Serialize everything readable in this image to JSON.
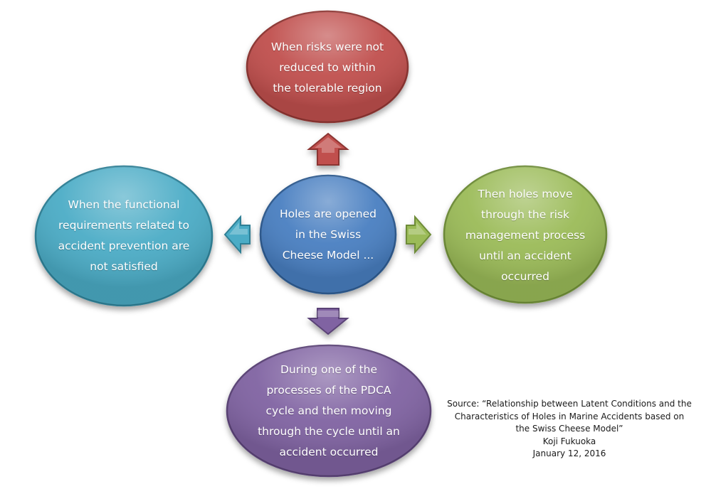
{
  "nodes": {
    "center": {
      "lines": [
        "Holes are opened",
        "in the Swiss",
        "Cheese Model ..."
      ],
      "color": "#4a7fc1"
    },
    "top": {
      "lines": [
        "When risks were not",
        "reduced to within",
        "the tolerable region"
      ],
      "color": "#c0504d"
    },
    "left": {
      "lines": [
        "When the functional",
        "requirements related to",
        "accident prevention are",
        "not satisfied"
      ],
      "color": "#4bacc6"
    },
    "right": {
      "lines": [
        "Then holes move",
        "through the risk",
        "management process",
        "until an accident",
        "occurred"
      ],
      "color": "#9bbb59"
    },
    "bottom": {
      "lines": [
        "During one of the",
        "processes of the PDCA",
        "cycle and then moving",
        "through the cycle until an",
        "accident occurred"
      ],
      "color": "#8064a2"
    }
  },
  "arrows": {
    "up": {
      "direction": "up",
      "color": "#c0504d"
    },
    "left": {
      "direction": "left",
      "color": "#4bacc6"
    },
    "right": {
      "direction": "right",
      "color": "#9bbb59"
    },
    "down": {
      "direction": "down",
      "color": "#8064a2"
    }
  },
  "source": {
    "line1": "Source: “Relationship between Latent Conditions and the",
    "line2": "Characteristics of Holes in Marine Accidents based on",
    "line3": "the Swiss Cheese Model”",
    "author": "Koji Fukuoka",
    "date": "January 12, 2016"
  }
}
